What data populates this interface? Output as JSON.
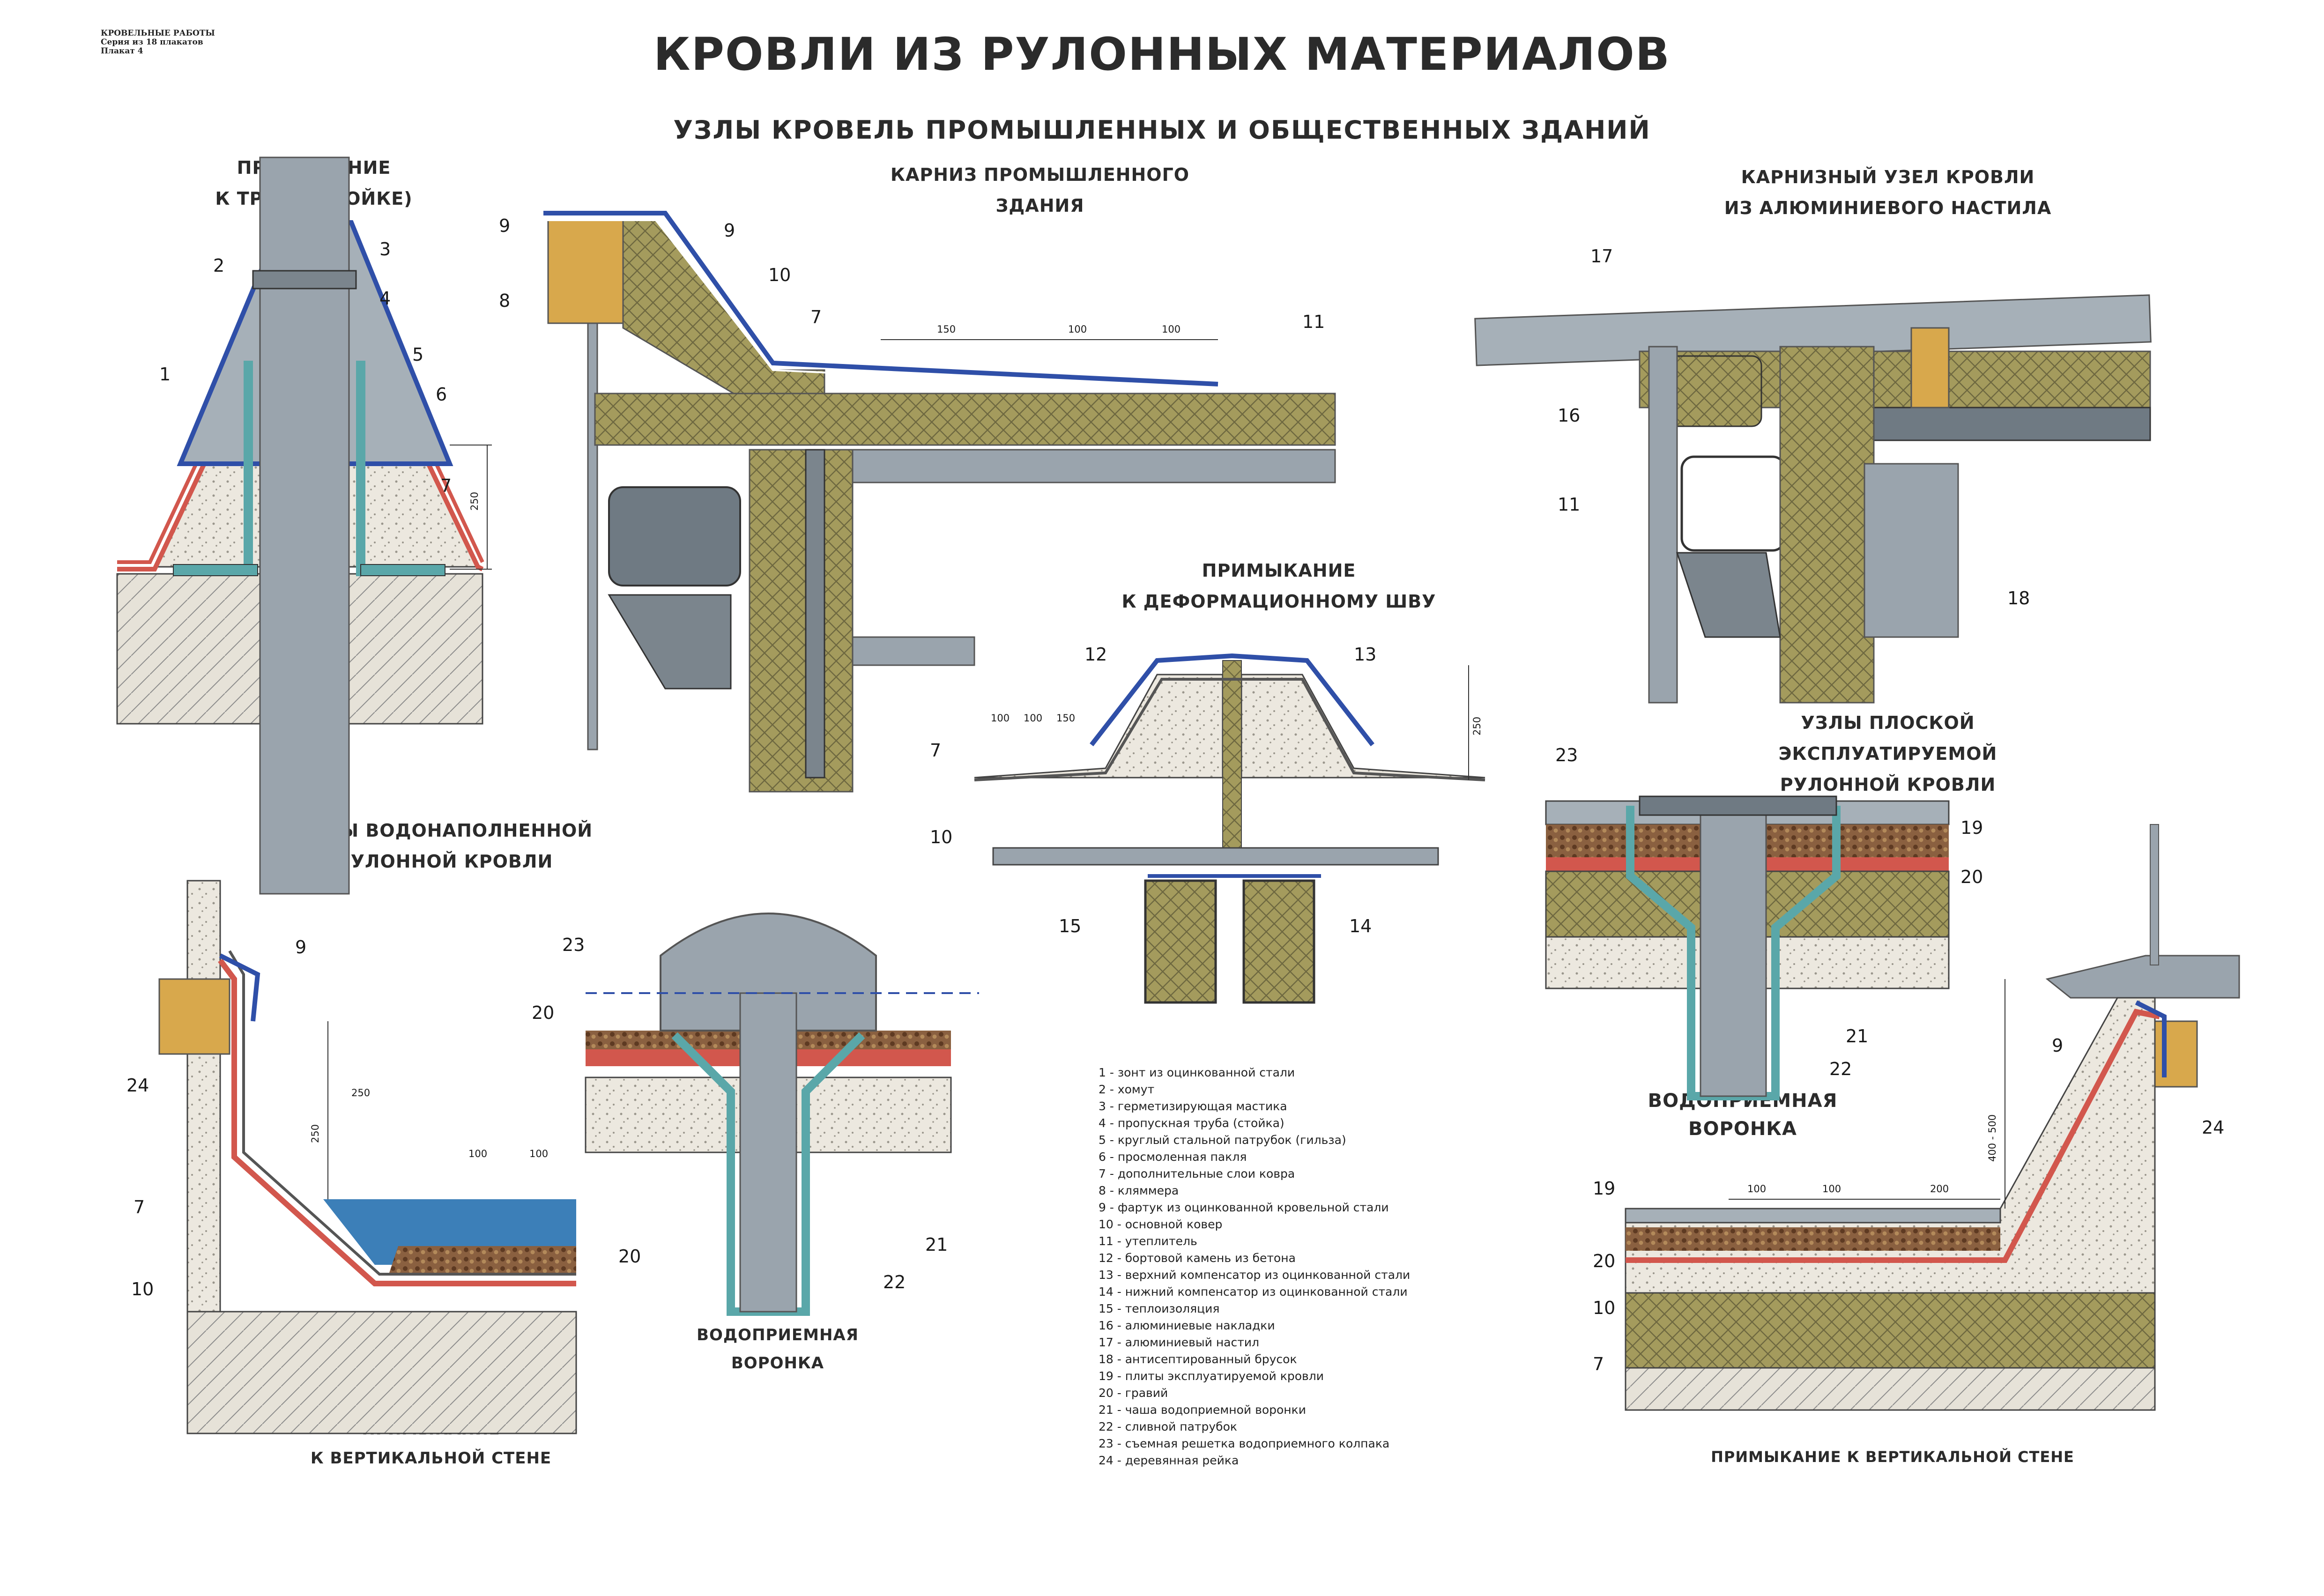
{
  "series": {
    "line1": "КРОВЕЛЬНЫЕ РАБОТЫ",
    "line2": "Серия из 18 плакатов",
    "line3": "Плакат 4"
  },
  "title": "КРОВЛИ ИЗ РУЛОННЫХ МАТЕРИАЛОВ",
  "subtitle": "УЗЛЫ КРОВЕЛЬ ПРОМЫШЛЕННЫХ И ОБЩЕСТВЕННЫХ ЗДАНИЙ",
  "captions": {
    "pipe": [
      "ПРИМЫКАНИЕ",
      "К ТРУБЕ (СТОЙКЕ)"
    ],
    "eave": [
      "КАРНИЗ ПРОМЫШЛЕННОГО",
      "ЗДАНИЯ"
    ],
    "alu": [
      "КАРНИЗНЫЙ УЗЕЛ КРОВЛИ",
      "ИЗ АЛЮМИНИЕВОГО НАСТИЛА"
    ],
    "joint": [
      "ПРИМЫКАНИЕ",
      "К ДЕФОРМАЦИОННОМУ ШВУ"
    ],
    "exploit": [
      "УЗЛЫ ПЛОСКОЙ ЭКСПЛУАТИРУЕМОЙ",
      "РУЛОННОЙ КРОВЛИ"
    ],
    "water": [
      "УЗЛЫ ВОДОНАПОЛНЕННОЙ",
      "РУЛОННОЙ КРОВЛИ"
    ],
    "funnel_mid": [
      "ВОДОПРИЕМНАЯ",
      "ВОРОНКА"
    ],
    "funnel_right": [
      "ВОДОПРИЕМНАЯ",
      "ВОРОНКА"
    ],
    "wall_left": [
      "ПРИМЫКАНИЕ",
      "К ВЕРТИКАЛЬНОЙ СТЕНЕ"
    ],
    "wall_right": [
      "ПРИМЫКАНИЕ К ВЕРТИКАЛЬНОЙ СТЕНЕ"
    ]
  },
  "legend": [
    "1 - зонт из оцинкованной стали",
    "2 - хомут",
    "3 - герметизирующая мастика",
    "4 - пропускная труба (стойка)",
    "5 - круглый стальной патрубок (гильза)",
    "6 - просмоленная пакля",
    "7 - дополнительные слои ковра",
    "8 - кляммера",
    "9 - фартук из оцинкованной кровельной стали",
    "10 - основной ковер",
    "11 - утеплитель",
    "12 - бортовой камень из бетона",
    "13 - верхний компенсатор из оцинкованной стали",
    "14 - нижний компенсатор из оцинкованной стали",
    "15 - теплоизоляция",
    "16 - алюминиевые накладки",
    "17 - алюминиевый настил",
    "18 - антисептированный брусок",
    "19 - плиты эксплуатируемой кровли",
    "20 - гравий",
    "21 - чаша водоприемной воронки",
    "22 - сливной патрубок",
    "23 - съемная решетка водоприемного колпака",
    "24 - деревянная рейка"
  ],
  "callouts": {
    "pipe": [
      "1",
      "2",
      "3",
      "4",
      "5",
      "6",
      "7"
    ],
    "eave": [
      "9",
      "8",
      "9",
      "10",
      "7",
      "11"
    ],
    "alu": [
      "17",
      "16",
      "11",
      "18"
    ],
    "joint": [
      "12",
      "13",
      "7",
      "10",
      "15",
      "14"
    ],
    "exploit_funnel": [
      "23",
      "19",
      "20",
      "21",
      "22"
    ],
    "water_wall": [
      "9",
      "24",
      "7",
      "10",
      "20"
    ],
    "mid_funnel": [
      "23",
      "20",
      "21",
      "22"
    ],
    "right_wall": [
      "9",
      "24",
      "19",
      "20",
      "10",
      "7"
    ]
  },
  "dims": {
    "pipe": [
      "250"
    ],
    "eave": [
      "150",
      "100",
      "100"
    ],
    "joint": [
      "100",
      "100",
      "150",
      "250"
    ],
    "water": [
      "250",
      "250",
      "100",
      "100"
    ],
    "right": [
      "100",
      "100",
      "200",
      "400 - 500"
    ]
  },
  "colors": {
    "steel": "#9aa4ad",
    "steel_dark": "#5f6b75",
    "insulation": "#a49b5d",
    "hatch": "#6e6840",
    "concrete": "#e6e2d8",
    "gravel": "#7a5236",
    "carpet_red": "#d2574d",
    "apron_blue": "#2f4fa8",
    "teal": "#5aa7a9",
    "water": "#3c7fb8",
    "wood": "#d8a84c"
  }
}
